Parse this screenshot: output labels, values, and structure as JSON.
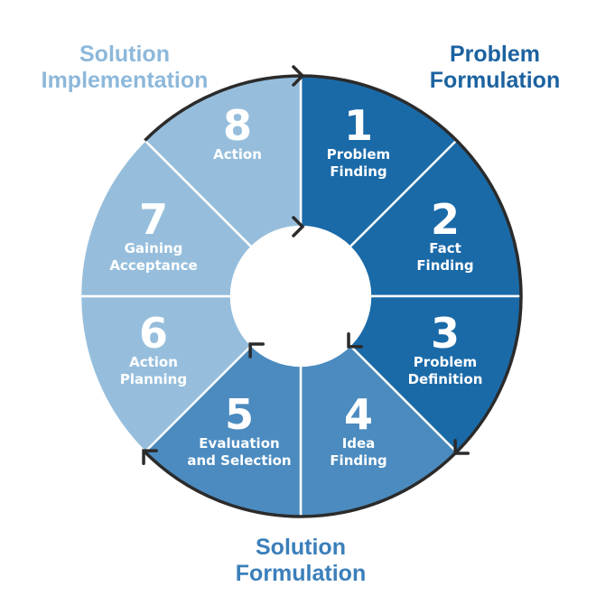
{
  "titles": {
    "problem_formulation": {
      "line1": "Problem",
      "line2": "Formulation",
      "color": "#1c62a0"
    },
    "solution_formulation": {
      "line1": "Solution",
      "line2": "Formulation",
      "color": "#3b7fba"
    },
    "solution_implementation": {
      "line1": "Solution",
      "line2": "Implementation",
      "color": "#8db8da"
    }
  },
  "steps": [
    {
      "number": "1",
      "line1": "Problem",
      "line2": "Finding",
      "color": "#1a6aa8"
    },
    {
      "number": "2",
      "line1": "Fact",
      "line2": "Finding",
      "color": "#1a6aa8"
    },
    {
      "number": "3",
      "line1": "Problem",
      "line2": "Definition",
      "color": "#1a6aa8"
    },
    {
      "number": "4",
      "line1": "Idea",
      "line2": "Finding",
      "color": "#4b8bbf"
    },
    {
      "number": "5",
      "line1": "Evaluation",
      "line2": "and Selection",
      "color": "#4b8bbf"
    },
    {
      "number": "6",
      "line1": "Action",
      "line2": "Planning",
      "color": "#96bedc"
    },
    {
      "number": "7",
      "line1": "Gaining",
      "line2": "Acceptance",
      "color": "#96bedc"
    },
    {
      "number": "8",
      "line1": "Action",
      "line2": "",
      "color": "#96bedc"
    }
  ]
}
